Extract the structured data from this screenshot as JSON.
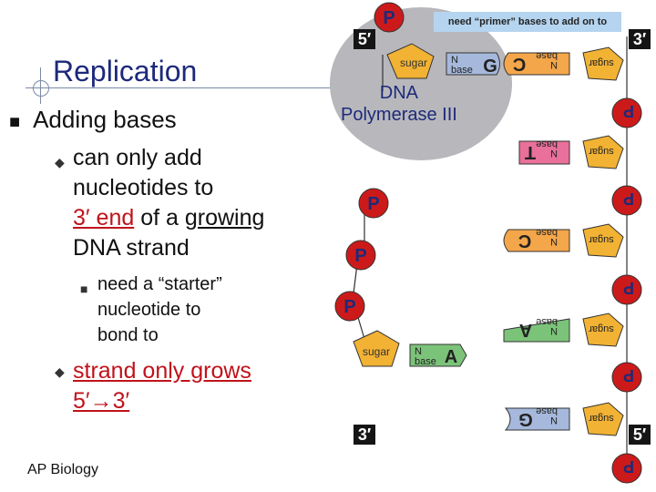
{
  "slide": {
    "title": "Replication",
    "bullet_main": "Adding bases",
    "sub1": {
      "line1": "can only add",
      "line2": "nucleotides to",
      "end_text": "3′ end",
      "of_a": " of a ",
      "growing": "growing",
      "line4": "DNA strand"
    },
    "sub_sub": {
      "line1": "need a “starter”",
      "line2": "nucleotide to",
      "line3": "bond to"
    },
    "sub2": {
      "line1": "strand only grows",
      "line2": "5′→3′"
    },
    "footer": "AP Biology"
  },
  "diagram": {
    "primer_note": "need “primer” bases to add on to",
    "enzyme_line1": "DNA",
    "enzyme_line2": "Polymerase III",
    "top_left_end": "5′",
    "top_right_end": "3′",
    "bottom_left_end": "3′",
    "bottom_right_end": "5′",
    "phosphate": "P",
    "sugar": "sugar",
    "base_n": "N",
    "base": "base",
    "top_new_base": "G",
    "bottom_new_base": "A",
    "template_bases": [
      "C",
      "T",
      "C",
      "A",
      "G"
    ],
    "colors": {
      "phosphate": "#cc1a1a",
      "sugar": "#f2b233",
      "enzyme": "#b8b8bc",
      "base_g": "#a6b9dc",
      "base_c": "#f4a64a",
      "base_t": "#e8709a",
      "base_a": "#7cc37a"
    }
  }
}
